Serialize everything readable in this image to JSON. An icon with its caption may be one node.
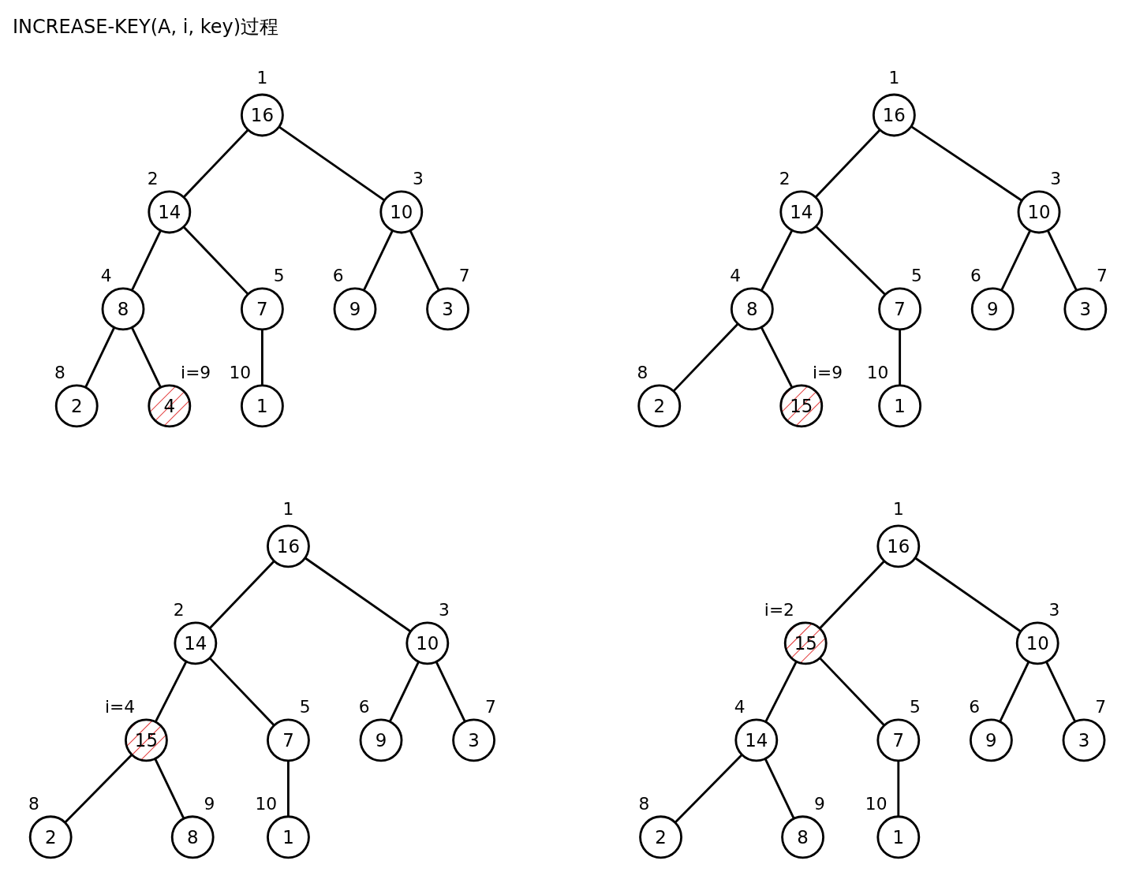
{
  "diagram": {
    "title": "INCREASE-KEY(A, i, key)过程",
    "nodes": [
      {
        "text": [
          "16"
        ],
        "beside": [
          "1"
        ]
      },
      {
        "text": [
          "14"
        ],
        "beside": [
          "2"
        ]
      },
      {
        "text": [
          "10"
        ],
        "beside": [
          "3"
        ]
      },
      {
        "text": [
          "8"
        ],
        "beside": [
          "4"
        ]
      },
      {
        "text": [
          "7"
        ],
        "beside": [
          "5"
        ]
      },
      {
        "text": [
          "9"
        ],
        "beside": [
          "6"
        ]
      },
      {
        "text": [
          "3"
        ],
        "beside": [
          "7"
        ]
      },
      {
        "text": [
          "2"
        ],
        "beside": [
          "8"
        ]
      },
      {
        "text": [
          "4"
        ],
        "beside": [
          "i=9"
        ]
      },
      {
        "text": [
          "1"
        ],
        "beside": [
          "10"
        ]
      },
      {
        "text": [
          "16"
        ],
        "beside": [
          "1"
        ]
      },
      {
        "text": [
          "14"
        ],
        "beside": [
          "2"
        ]
      },
      {
        "text": [
          "10"
        ],
        "beside": [
          "3"
        ]
      },
      {
        "text": [
          "8"
        ],
        "beside": [
          "4"
        ]
      },
      {
        "text": [
          "7"
        ],
        "beside": [
          "5"
        ]
      },
      {
        "text": [
          "9"
        ],
        "beside": [
          "6"
        ]
      },
      {
        "text": [
          "3"
        ],
        "beside": [
          "7"
        ]
      },
      {
        "text": [
          "2"
        ],
        "beside": [
          "8"
        ]
      },
      {
        "text": [
          "15"
        ],
        "beside": [
          "i=9"
        ]
      },
      {
        "text": [
          "1"
        ],
        "beside": [
          "10"
        ]
      },
      {
        "text": [
          "16"
        ],
        "beside": [
          "1"
        ]
      },
      {
        "text": [
          "14"
        ],
        "beside": [
          "2"
        ]
      },
      {
        "text": [
          "10"
        ],
        "beside": [
          "3"
        ]
      },
      {
        "text": [
          "15"
        ],
        "beside": [
          "i=4"
        ]
      },
      {
        "text": [
          "7"
        ],
        "beside": [
          "5"
        ]
      },
      {
        "text": [
          "9"
        ],
        "beside": [
          "6"
        ]
      },
      {
        "text": [
          "3"
        ],
        "beside": [
          "7"
        ]
      },
      {
        "text": [
          "2"
        ],
        "beside": [
          "8"
        ]
      },
      {
        "text": [
          "8"
        ],
        "beside": [
          "9"
        ]
      },
      {
        "text": [
          "1"
        ],
        "beside": [
          "10"
        ]
      },
      {
        "text": [
          "16"
        ],
        "beside": [
          "1"
        ]
      },
      {
        "text": [
          "15"
        ],
        "beside": [
          "i=2"
        ]
      },
      {
        "text": [
          "10"
        ],
        "beside": [
          "3"
        ]
      },
      {
        "text": [
          "14"
        ],
        "beside": [
          "4"
        ]
      },
      {
        "text": [
          "7"
        ],
        "beside": [
          "5"
        ]
      },
      {
        "text": [
          "9"
        ],
        "beside": [
          "6"
        ]
      },
      {
        "text": [
          "3"
        ],
        "beside": [
          "7"
        ]
      },
      {
        "text": [
          "2"
        ],
        "beside": [
          "8"
        ]
      },
      {
        "text": [
          "8"
        ],
        "beside": [
          "9"
        ]
      },
      {
        "text": [
          "1"
        ],
        "beside": [
          "10"
        ]
      }
    ],
    "edges": [
      {
        "from": 0,
        "to": 1,
        "arrow": "none"
      },
      {
        "from": 0,
        "to": 2,
        "arrow": "none"
      },
      {
        "from": 1,
        "to": 3,
        "arrow": "none"
      },
      {
        "from": 1,
        "to": 4,
        "arrow": "none"
      },
      {
        "from": 2,
        "to": 5,
        "arrow": "none"
      },
      {
        "from": 2,
        "to": 6,
        "arrow": "none"
      },
      {
        "from": 3,
        "to": 7,
        "arrow": "none"
      },
      {
        "from": 3,
        "to": 8,
        "arrow": "none"
      },
      {
        "from": 4,
        "to": 9,
        "arrow": "none"
      },
      {
        "from": 10,
        "to": 11,
        "arrow": "none"
      },
      {
        "from": 10,
        "to": 12,
        "arrow": "none"
      },
      {
        "from": 11,
        "to": 13,
        "arrow": "none"
      },
      {
        "from": 11,
        "to": 14,
        "arrow": "none"
      },
      {
        "from": 12,
        "to": 15,
        "arrow": "none"
      },
      {
        "from": 12,
        "to": 16,
        "arrow": "none"
      },
      {
        "from": 13,
        "to": 17,
        "arrow": "none"
      },
      {
        "from": 13,
        "to": 18,
        "arrow": "none"
      },
      {
        "from": 14,
        "to": 19,
        "arrow": "none"
      },
      {
        "from": 20,
        "to": 21,
        "arrow": "none"
      },
      {
        "from": 20,
        "to": 22,
        "arrow": "none"
      },
      {
        "from": 21,
        "to": 23,
        "arrow": "none"
      },
      {
        "from": 21,
        "to": 24,
        "arrow": "none"
      },
      {
        "from": 22,
        "to": 25,
        "arrow": "none"
      },
      {
        "from": 22,
        "to": 26,
        "arrow": "none"
      },
      {
        "from": 23,
        "to": 27,
        "arrow": "none"
      },
      {
        "from": 23,
        "to": 28,
        "arrow": "none"
      },
      {
        "from": 24,
        "to": 29,
        "arrow": "none"
      },
      {
        "from": 30,
        "to": 31,
        "arrow": "none"
      },
      {
        "from": 30,
        "to": 32,
        "arrow": "none"
      },
      {
        "from": 31,
        "to": 33,
        "arrow": "none"
      },
      {
        "from": 31,
        "to": 34,
        "arrow": "none"
      },
      {
        "from": 32,
        "to": 35,
        "arrow": "none"
      },
      {
        "from": 32,
        "to": 36,
        "arrow": "none"
      },
      {
        "from": 33,
        "to": 37,
        "arrow": "none"
      },
      {
        "from": 33,
        "to": 38,
        "arrow": "none"
      },
      {
        "from": 34,
        "to": 39,
        "arrow": "none"
      }
    ]
  }
}
